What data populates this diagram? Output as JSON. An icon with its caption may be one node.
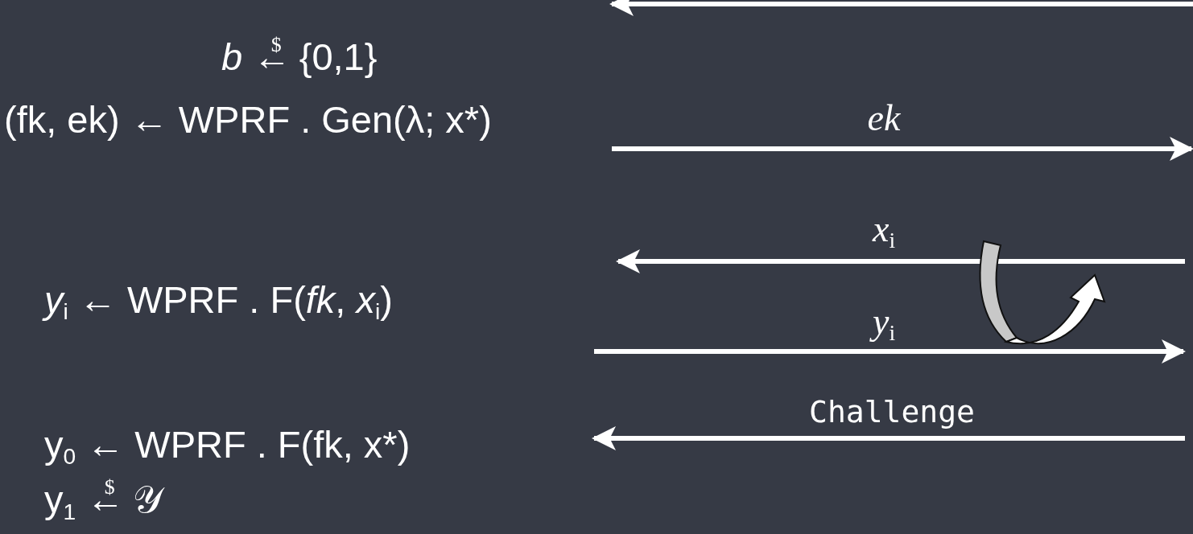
{
  "diagram": {
    "labels": [
      "*b* ←$^{$}$ {0,1}",
      "(fk, ek) ← WPRF . Gen(λ; x*)",
      "*ek*",
      "*x*$_{i}$",
      "*y*$_{i}$ ← WPRF . F(*fk*, *x*$_{i}$)",
      "*y*$_{i}$",
      "Challenge",
      "y$_{0}$ ← WPRF . F(fk, x*)",
      "y$_{1}$ ←$^{$}$ 𝒴"
    ]
  }
}
